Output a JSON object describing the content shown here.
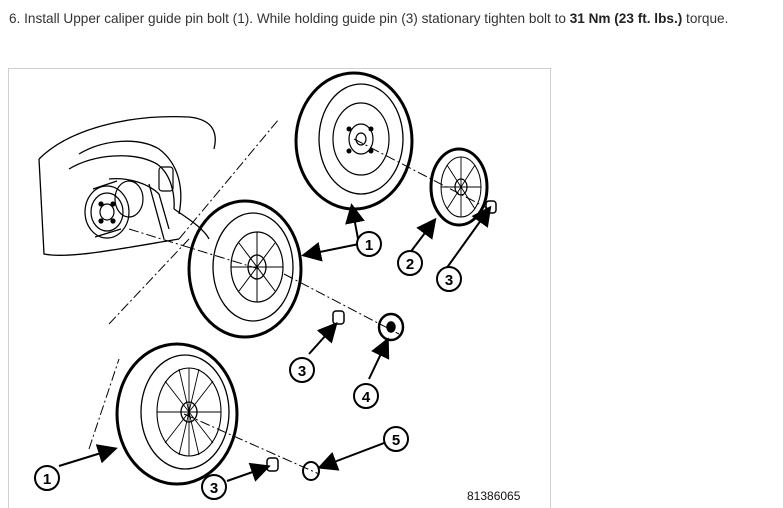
{
  "instruction": {
    "step_number": "6.",
    "text_before": "Install Upper caliper guide pin bolt (1). While holding guide pin (3) stationary tighten bolt to",
    "torque_value": "31 Nm (23 ft. lbs.)",
    "text_after": "torque."
  },
  "figure": {
    "callouts": [
      {
        "label": "1"
      },
      {
        "label": "2"
      },
      {
        "label": "3"
      },
      {
        "label": "3"
      },
      {
        "label": "4"
      },
      {
        "label": "5"
      },
      {
        "label": "1"
      },
      {
        "label": "3"
      }
    ],
    "figure_id": "81386065"
  }
}
